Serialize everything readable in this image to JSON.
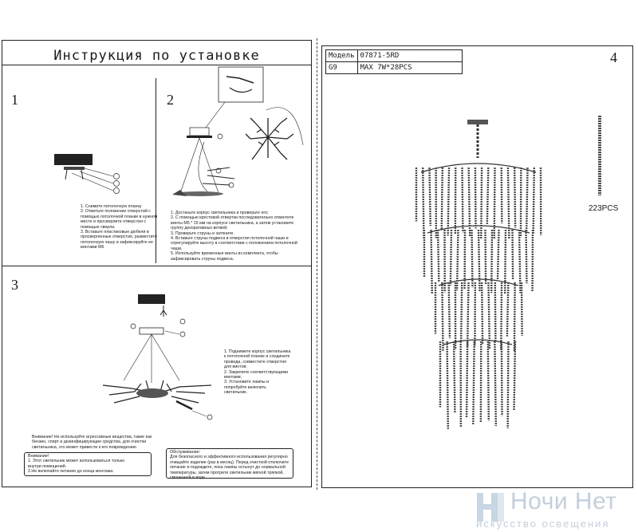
{
  "header": {
    "title": "Инструкция по установке"
  },
  "steps": {
    "s1": {
      "number": "1",
      "lines": [
        "1. Снимите потолочную планку",
        "2. Отметьте положение отверстий с",
        "помощью потолочной планки в нужном",
        "месте и просверлите отверстия с",
        "помощью сверла.",
        "3. Вставьте пластиковые дюбели в",
        "просверленные отверстия, разместите",
        "потолочную чашу и зафиксируйте ее",
        "винтами М6"
      ]
    },
    "s2": {
      "number": "2",
      "lines": [
        "1. Достаньте корпус светильника и проверьте его;",
        "2. С помощью крестовой отвертки последовательно отвинтите",
        "винты М5 * 15 мм на корпусе светильника, а затем установите",
        "группу декоративных ветвей;",
        "3. Проверьте струны и затяните.",
        "4. Вставьте струны подвеса в отверстия потолочной чаши и",
        "отрегулируйте высоту в соответствии с положением потолочной",
        "чаши.",
        "5. Используйте временные винты из комплекта, чтобы",
        "зафиксировать струны подвеса."
      ]
    },
    "s3": {
      "number": "3",
      "lines": [
        "1. Поднимите корпус светильника",
        "к потолочной планке и соедините",
        "провода, совместите отверстия",
        "для винтов;",
        "2. Закрепите соответствующими",
        "винтами;",
        "3. Установите лампы и",
        "попробуйте включить",
        "светильник."
      ]
    },
    "warning": {
      "lines": [
        "Внимание! Не используйте агрессивные вещества, такие как",
        "бензин, спирт и дезинфицирующие средства, для очистки",
        "светильника, это может привести к его повреждению."
      ]
    },
    "attention": {
      "lines": [
        "Внимание!",
        "1. Этот светильник может использоваться только",
        "внутри помещений.",
        "2.Не включайте питание до конца монтажа."
      ]
    },
    "service": {
      "lines": [
        "Обслуживание:",
        "Для безопасного и эффективного использования регулярно",
        "очищайте изделие (раз в месяц). Перед очисткой отключите",
        "питание и подождите, пока лампы остынут до нормальной",
        "температуры, затем протрите светильник мягкой тряпкой,",
        "смоченной в воде."
      ]
    }
  },
  "spec": {
    "model_label": "Модель",
    "model_value": "07871-5RD",
    "lamp_label": "G9",
    "lamp_value": "MAX 7W*28PCS"
  },
  "panel4": {
    "number": "4",
    "pcs_label": "223PCS"
  },
  "watermark": {
    "brand": "Ночи Нет",
    "tagline": "искусство освещения"
  }
}
